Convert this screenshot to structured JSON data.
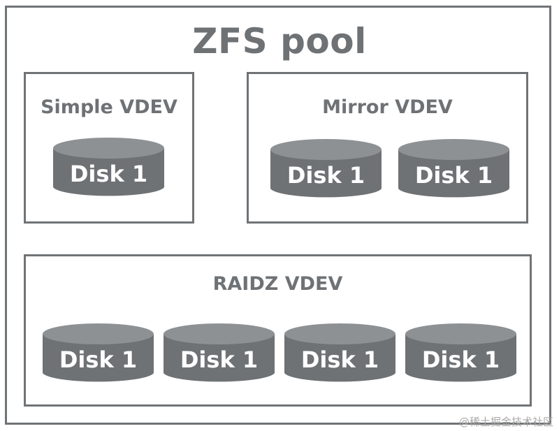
{
  "pool": {
    "title": "ZFS pool"
  },
  "vdevs": {
    "simple": {
      "label": "Simple VDEV",
      "disks": [
        "Disk 1"
      ]
    },
    "mirror": {
      "label": "Mirror VDEV",
      "disks": [
        "Disk 1",
        "Disk 1"
      ]
    },
    "raidz": {
      "label": "RAIDZ VDEV",
      "disks": [
        "Disk 1",
        "Disk 1",
        "Disk 1",
        "Disk 1"
      ]
    }
  },
  "colors": {
    "frame_stroke": "#707376",
    "disk_body": "#6e7275",
    "disk_top": "#8d9194",
    "text": "#6f7275"
  },
  "watermark": "@稀土掘金技术社区"
}
